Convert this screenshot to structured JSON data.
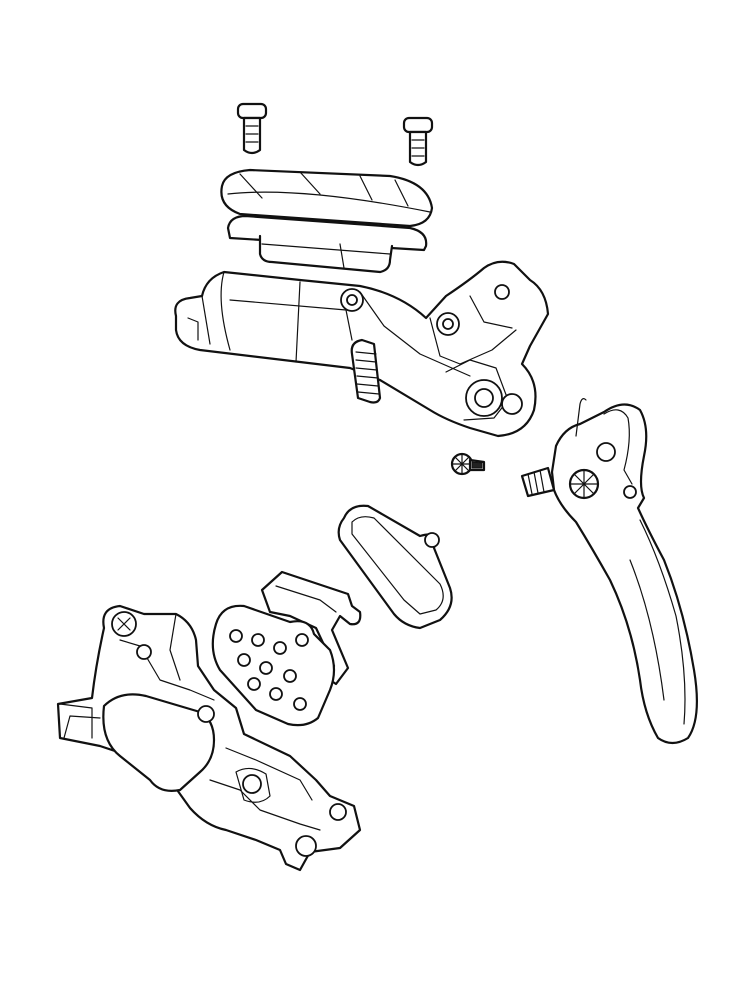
{
  "diagram": {
    "type": "exploded-view",
    "parts": [
      {
        "name": "reservoir-bolt",
        "count": 2
      },
      {
        "name": "reservoir-cover",
        "count": 1
      },
      {
        "name": "reservoir-bladder",
        "count": 1
      },
      {
        "name": "master-cylinder-body",
        "count": 1
      },
      {
        "name": "pivot-bolt",
        "count": 1
      },
      {
        "name": "brake-lever-blade",
        "count": 1
      },
      {
        "name": "brake-pad",
        "count": 2
      },
      {
        "name": "pad-spring",
        "count": 1
      },
      {
        "name": "brake-caliper",
        "count": 1
      }
    ],
    "colors": {
      "line": "#111111",
      "fill": "#ffffff",
      "background": "#ffffff"
    }
  }
}
